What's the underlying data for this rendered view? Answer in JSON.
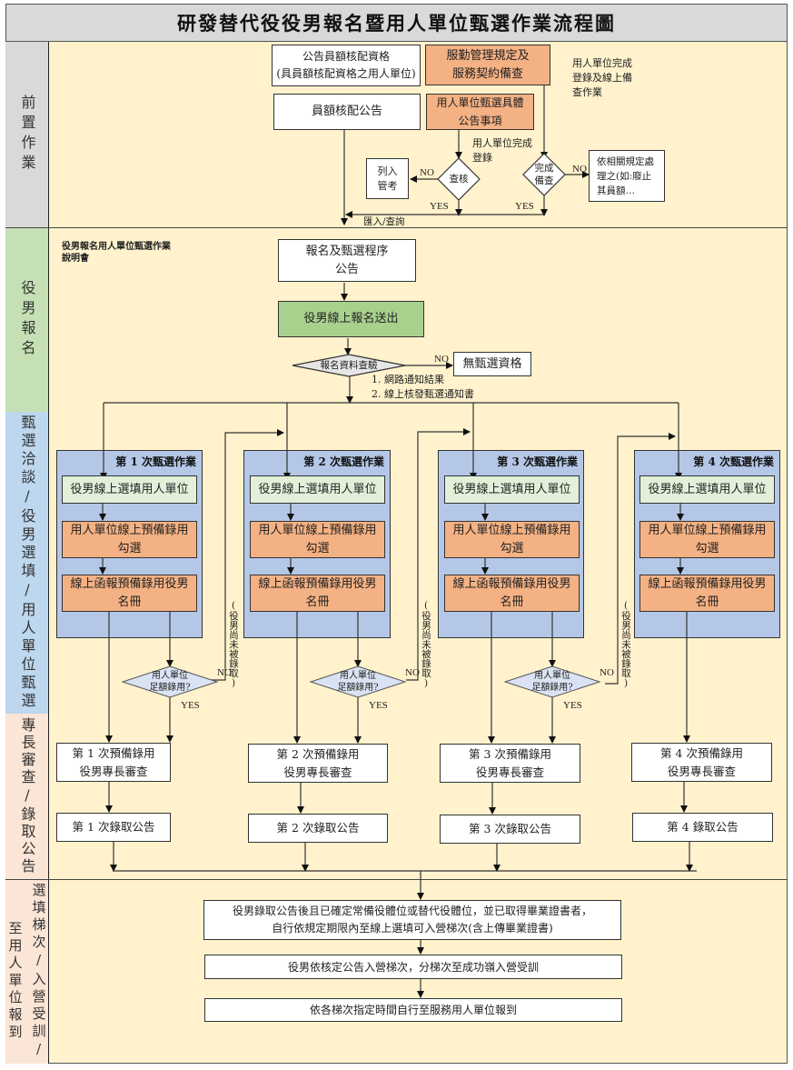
{
  "title": "研發替代役役男報名暨用人單位甄選作業流程圖",
  "lanes": [
    {
      "id": "prep",
      "label": "前置作業"
    },
    {
      "id": "register",
      "label": "役男報名"
    },
    {
      "id": "selection",
      "label": "甄選洽談/役男選填/用人單位甄選"
    },
    {
      "id": "review",
      "label": "專長審查/錄取公告"
    },
    {
      "id": "final",
      "label_col_right": "選填梯次/入營受訓/",
      "label_col_left": "至用人單位報到"
    }
  ],
  "colors": {
    "background": "#fff2cc",
    "title_bar": "#d9d9d9",
    "lane_prep": "#d9d9d9",
    "lane_register": "#c5e0b4",
    "lane_selection": "#bdd7ee",
    "lane_review": "#fbe5d6",
    "lane_final": "#fbe5d6",
    "box_orange": "#f4b183",
    "box_green": "#a9d18e",
    "box_lightgreen": "#e2f0d9",
    "round_panel": "#b4c7e7",
    "diamond_fill": "#dae3f3"
  },
  "prep": {
    "quota_qualification": "公告員額核配資格\n(具員額核配資格之用人單位)",
    "quota_announcement": "員額核配公告",
    "service_rules_check": "服勤管理規定及\n服務契約備查",
    "unit_selection_items": "用人單位甄選具體\n公告事項",
    "note_registration_done": "用人單位完成\n登錄",
    "note_online_check": "用人單位完成\n登錄及線上備\n查作業",
    "decision_audit": "查核",
    "decision_filing": "完成\n備查",
    "list_for_review": "列入\n管考",
    "handle_per_rules": "依相關規定處\n理之(如:廢止\n其員額…",
    "import_query": "匯入/查詢",
    "no": "NO",
    "yes": "YES"
  },
  "register": {
    "briefing_note": "役男報名用人單位甄選作業\n說明會",
    "procedure_announcement": "報名及甄選程序\n公告",
    "online_submit": "役男線上報名送出",
    "data_check": "報名資料查驗",
    "not_eligible": "無甄選資格",
    "notify_note": "1. 網路通知結果\n2. 線上核發甄選通知書",
    "no": "NO"
  },
  "rounds": [
    {
      "title": "第 1 次甄選作業",
      "step1": "役男線上選填用人單位",
      "step2": "用人單位線上預備錄用\n勾選",
      "step3": "線上函報預備錄用役男\n名冊",
      "decision": "用人單位\n足額錄用?",
      "review": "第 1 次預備錄用\n役男專長審查",
      "announce": "第 1 次錄取公告",
      "has_decision": true
    },
    {
      "title": "第 2 次甄選作業",
      "step1": "役男線上選填用人單位",
      "step2": "用人單位線上預備錄用\n勾選",
      "step3": "線上函報預備錄用役男\n名冊",
      "decision": "用人單位\n足額錄用?",
      "review": "第 2 次預備錄用\n役男專長審查",
      "announce": "第 2 次錄取公告",
      "has_decision": true
    },
    {
      "title": "第 3 次甄選作業",
      "step1": "役男線上選填用人單位",
      "step2": "用人單位線上預備錄用\n勾選",
      "step3": "線上函報預備錄用役男\n名冊",
      "decision": "用人單位\n足額錄用?",
      "review": "第 3 次預備錄用\n役男專長審查",
      "announce": "第 3 次錄取公告",
      "has_decision": true
    },
    {
      "title": "第 4 次甄選作業",
      "step1": "役男線上選填用人單位",
      "step2": "用人單位線上預備錄用\n勾選",
      "step3": "線上函報預備錄用役男\n名冊",
      "review": "第 4 次預備錄用\n役男專長審查",
      "announce": "第 4 錄取公告",
      "has_decision": false
    }
  ],
  "loop_note": "(役男尚未被錄取)",
  "yes": "YES",
  "no": "NO",
  "final": {
    "step1": "役男錄取公告後且已確定常備役體位或替代役體位，並已取得畢業證書者，\n自行依規定期限內至線上選填可入營梯次(含上傳畢業證書)",
    "step2": "役男依核定公告入營梯次，分梯次至成功嶺入營受訓",
    "step3": "依各梯次指定時間自行至服務用人單位報到"
  }
}
